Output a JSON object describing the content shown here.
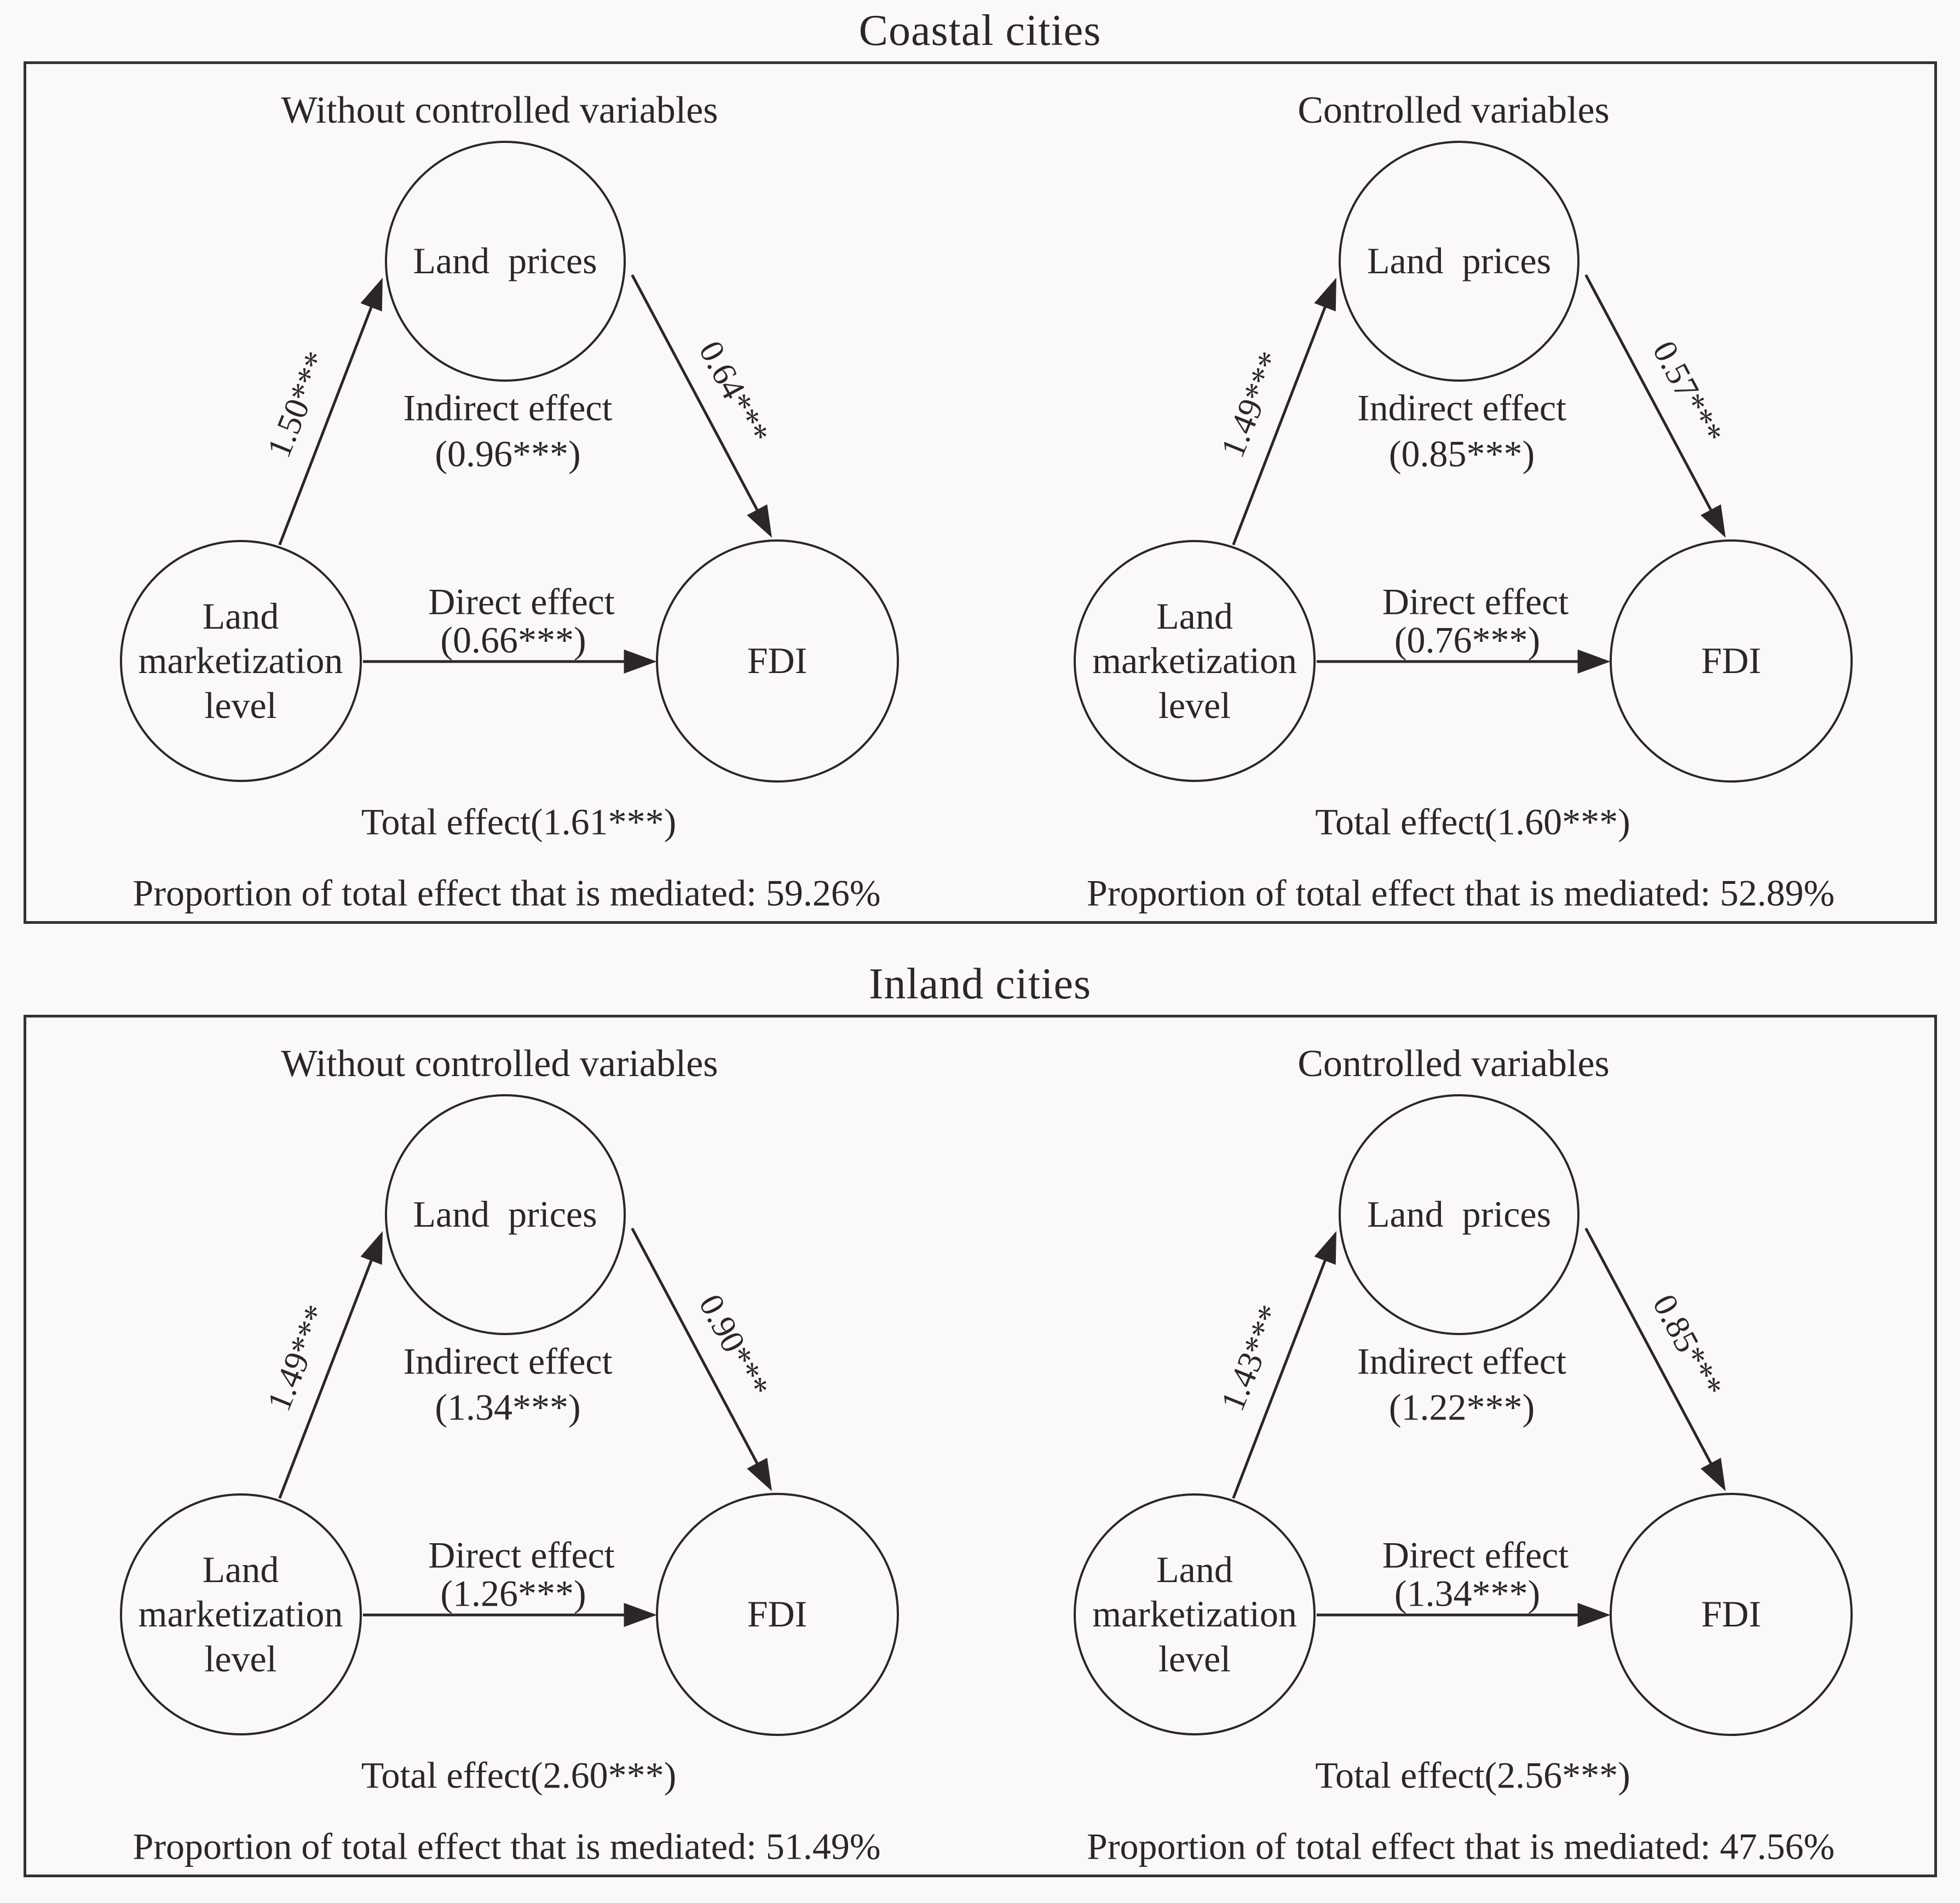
{
  "colors": {
    "ink": "#2b2727",
    "background": "#faf9f8"
  },
  "figure": {
    "panels": [
      {
        "title": "Coastal cities",
        "diagrams": [
          {
            "header": "Without controlled variables",
            "mediator": "Land  prices",
            "independent": "Land\nmarketization\nlevel",
            "dependent": "FDI",
            "path_a": "1.50***",
            "path_b": "0.64***",
            "indirect_label": "Indirect effect",
            "indirect_value": "(0.96***)",
            "direct_label": "Direct effect",
            "direct_value": "(0.66***)",
            "total": "Total effect(1.61***)",
            "proportion": "Proportion of total effect that is mediated: 59.26%"
          },
          {
            "header": "Controlled variables",
            "mediator": "Land  prices",
            "independent": "Land\nmarketization\nlevel",
            "dependent": "FDI",
            "path_a": "1.49***",
            "path_b": "0.57***",
            "indirect_label": "Indirect effect",
            "indirect_value": "(0.85***)",
            "direct_label": "Direct effect",
            "direct_value": "(0.76***)",
            "total": "Total effect(1.60***)",
            "proportion": "Proportion of total effect that is mediated: 52.89%"
          }
        ]
      },
      {
        "title": "Inland cities",
        "diagrams": [
          {
            "header": "Without controlled variables",
            "mediator": "Land  prices",
            "independent": "Land\nmarketization\nlevel",
            "dependent": "FDI",
            "path_a": "1.49***",
            "path_b": "0.90***",
            "indirect_label": "Indirect effect",
            "indirect_value": "(1.34***)",
            "direct_label": "Direct effect",
            "direct_value": "(1.26***)",
            "total": "Total effect(2.60***)",
            "proportion": "Proportion of total effect that is mediated: 51.49%"
          },
          {
            "header": "Controlled variables",
            "mediator": "Land  prices",
            "independent": "Land\nmarketization\nlevel",
            "dependent": "FDI",
            "path_a": "1.43***",
            "path_b": "0.85***",
            "indirect_label": "Indirect effect",
            "indirect_value": "(1.22***)",
            "direct_label": "Direct effect",
            "direct_value": "(1.34***)",
            "total": "Total effect(2.56***)",
            "proportion": "Proportion of total effect that is mediated: 47.56%"
          }
        ]
      }
    ]
  }
}
